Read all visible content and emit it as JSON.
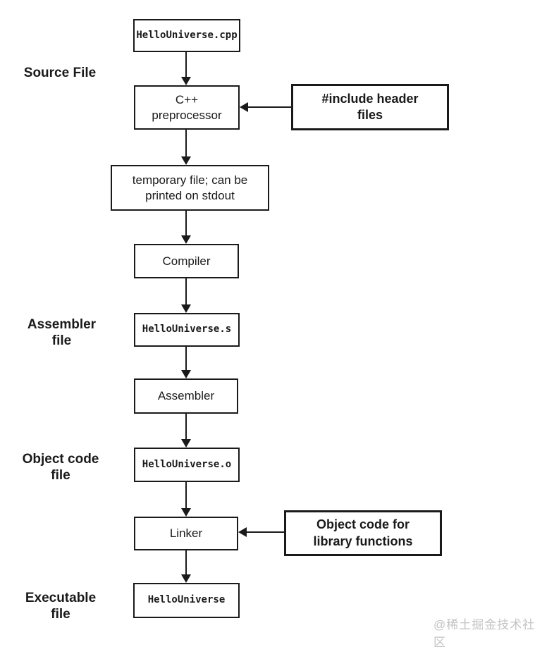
{
  "colors": {
    "ink": "#1a1a1a",
    "background": "#ffffff",
    "watermark": "#c3c3c3"
  },
  "nodes": {
    "file_cpp": "HelloUniverse.cpp",
    "preprocessor": "C++\npreprocessor",
    "temp_file": "temporary file; can be\nprinted on stdout",
    "compiler": "Compiler",
    "file_s": "HelloUniverse.s",
    "assembler": "Assembler",
    "file_o": "HelloUniverse.o",
    "linker": "Linker",
    "file_exe": "HelloUniverse"
  },
  "callouts": {
    "include_headers": "#include header\nfiles",
    "library_objects": "Object code for\nlibrary functions"
  },
  "side_labels": {
    "source": "Source File",
    "assembler": "Assembler\nfile",
    "object": "Object code\nfile",
    "executable": "Executable\nfile"
  },
  "watermark": "@稀土掘金技术社区"
}
